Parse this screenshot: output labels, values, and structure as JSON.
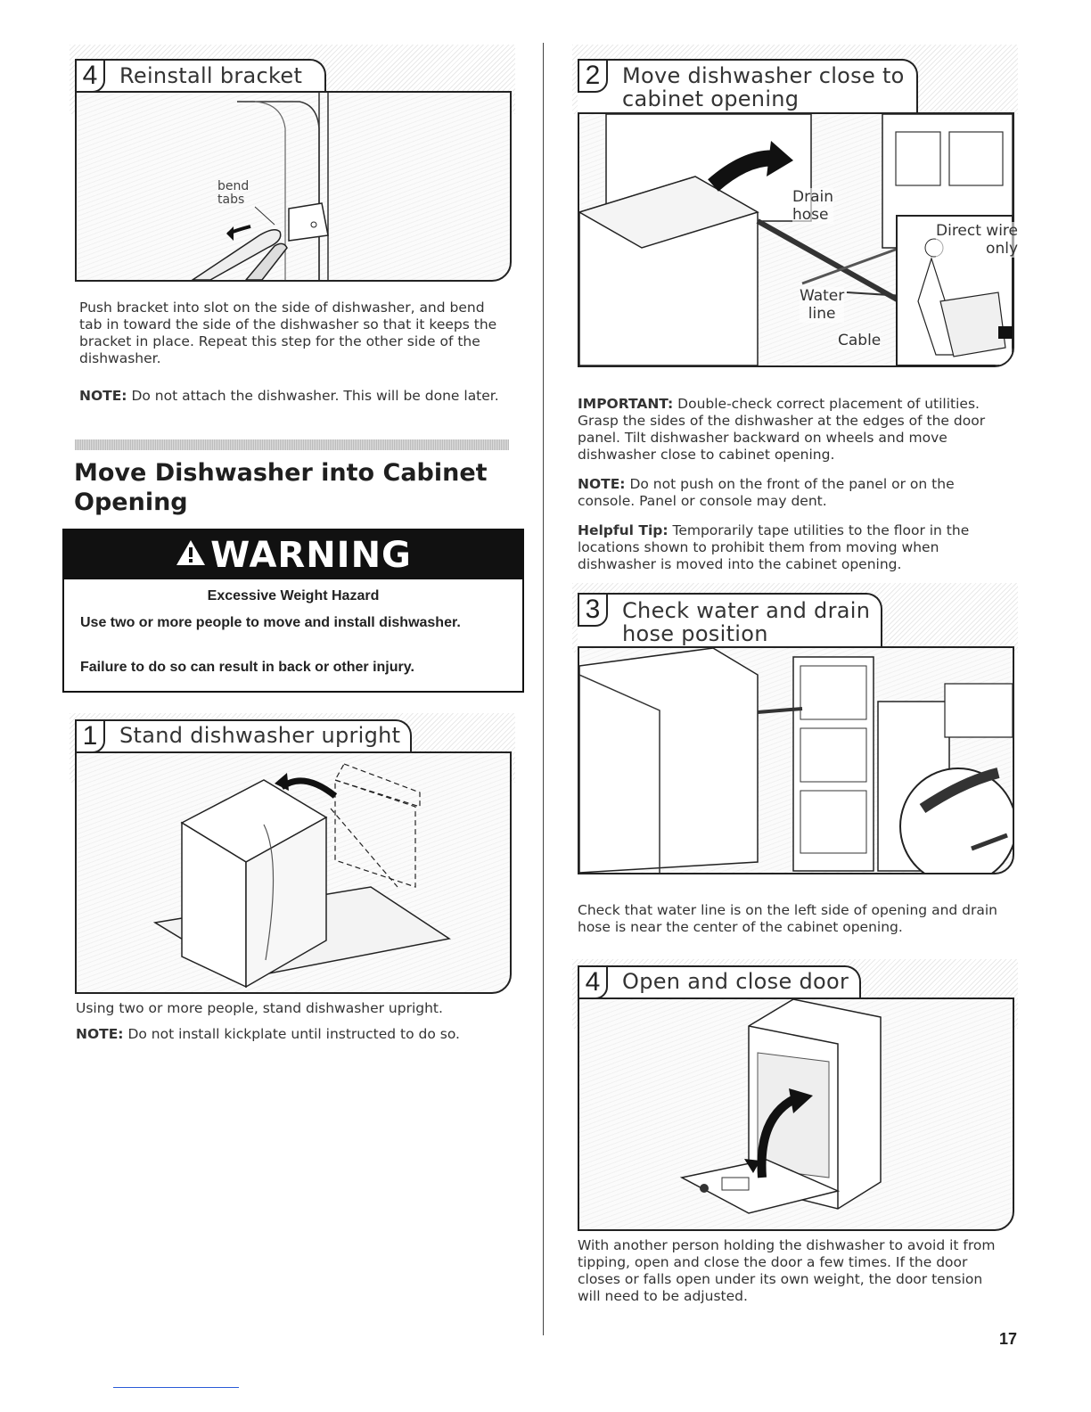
{
  "left": {
    "reinstall": {
      "num": "4",
      "title": "Reinstall bracket",
      "callout": "bend\ntabs",
      "body": "Push bracket into slot on the side of dishwasher, and bend tab in toward the side of the dishwasher so that it keeps the bracket in place. Repeat this step for the other side of the dishwasher.",
      "note_label": "NOTE:",
      "note_text": " Do not attach the dishwasher. This will be done later."
    },
    "section_title": "Move Dishwasher into Cabinet Opening",
    "warning": {
      "banner": "WARNING",
      "hazard": "Excessive Weight Hazard",
      "line1": "Use two or more people to move and install dishwasher.",
      "line2": "Failure to do so can result in back or other injury."
    },
    "stand": {
      "num": "1",
      "title": "Stand dishwasher upright",
      "body": "Using two or more people, stand dishwasher upright.",
      "note_label": "NOTE:",
      "note_text": " Do not install kickplate until instructed to do so."
    }
  },
  "right": {
    "move": {
      "num": "2",
      "title": "Move dishwasher close to\ncabinet opening",
      "labels": {
        "drain": "Drain\nhose",
        "water": "Water\nline",
        "cable": "Cable",
        "direct": "Direct wire\nonly"
      },
      "important_label": "IMPORTANT:",
      "important_text": " Double-check correct placement of utilities. Grasp the sides of the dishwasher at the edges of the door panel. Tilt dishwasher backward on wheels and move dishwasher close to cabinet opening.",
      "note_label": "NOTE:",
      "note_text": " Do not push on the front of the panel or on the console. Panel or console may dent.",
      "tip_label": "Helpful Tip:",
      "tip_text": " Temporarily tape utilities to the floor in the locations shown to prohibit them from moving when dishwasher is moved into the cabinet opening."
    },
    "check": {
      "num": "3",
      "title": "Check water and drain\nhose position",
      "body": "Check that water line is on the left side of opening and drain hose is near the center of the cabinet opening."
    },
    "door": {
      "num": "4",
      "title": "Open and close door",
      "body": "With another person holding the dishwasher to avoid it from tipping, open and close the door a few times. If the door closes or falls open under its own weight, the door tension will need to be adjusted."
    }
  },
  "page_number": "17"
}
